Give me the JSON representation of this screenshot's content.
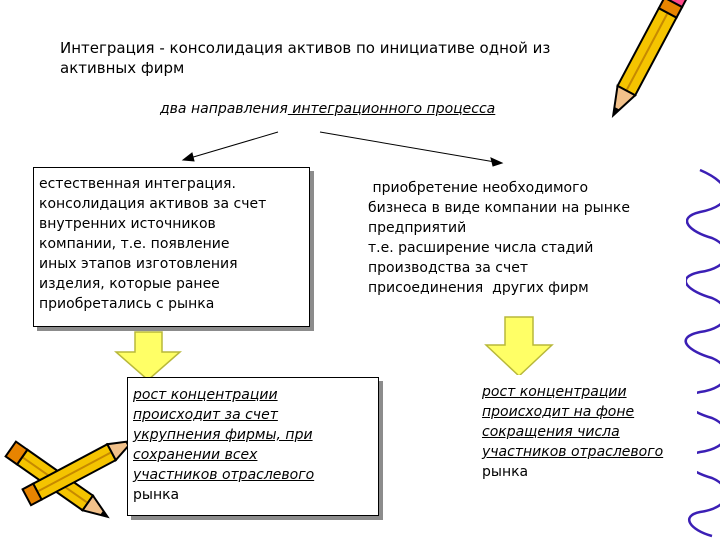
{
  "title": "Интеграция - консолидация активов по инициативе одной из активных фирм",
  "subtitle": {
    "lead": "два направления",
    "tail": " интеграционного процесса"
  },
  "left_branch": {
    "description_lines": [
      "естественная интеграция.",
      "консолидация активов за счет",
      "внутренних источников",
      "компании, т.е. появление",
      "иных этапов изготовления",
      "изделия, которые ранее",
      "приобретались с рынка"
    ],
    "result": {
      "heading": "рост концентрации",
      "lines": [
        "происходит за счет",
        "укрупнения фирмы, при",
        "сохранении всех",
        "участников отраслевого",
        "рынка"
      ]
    }
  },
  "right_branch": {
    "description_lines": [
      " приобретение необходимого",
      "бизнеса в виде компании на рынке",
      "предприятий",
      "т.е. расширение числа стадий",
      "производства за счет",
      "присоединения  других фирм"
    ],
    "result": {
      "heading": "рост концентрации",
      "lines": [
        "происходит на фоне",
        "сокращения числа",
        "участников отраслевого",
        "рынка"
      ]
    }
  },
  "colors": {
    "arrow_fill": "#ffff66",
    "arrow_stroke": "#b8b83a",
    "pencil_body": "#f5c400",
    "pencil_wood": "#f2c18a",
    "spiral": "#3b1fb5",
    "shadow": "#8c8c8c"
  },
  "icons": [
    "pencil-icon",
    "pencil-icon",
    "pencil-icon",
    "spiral-binding-icon"
  ]
}
